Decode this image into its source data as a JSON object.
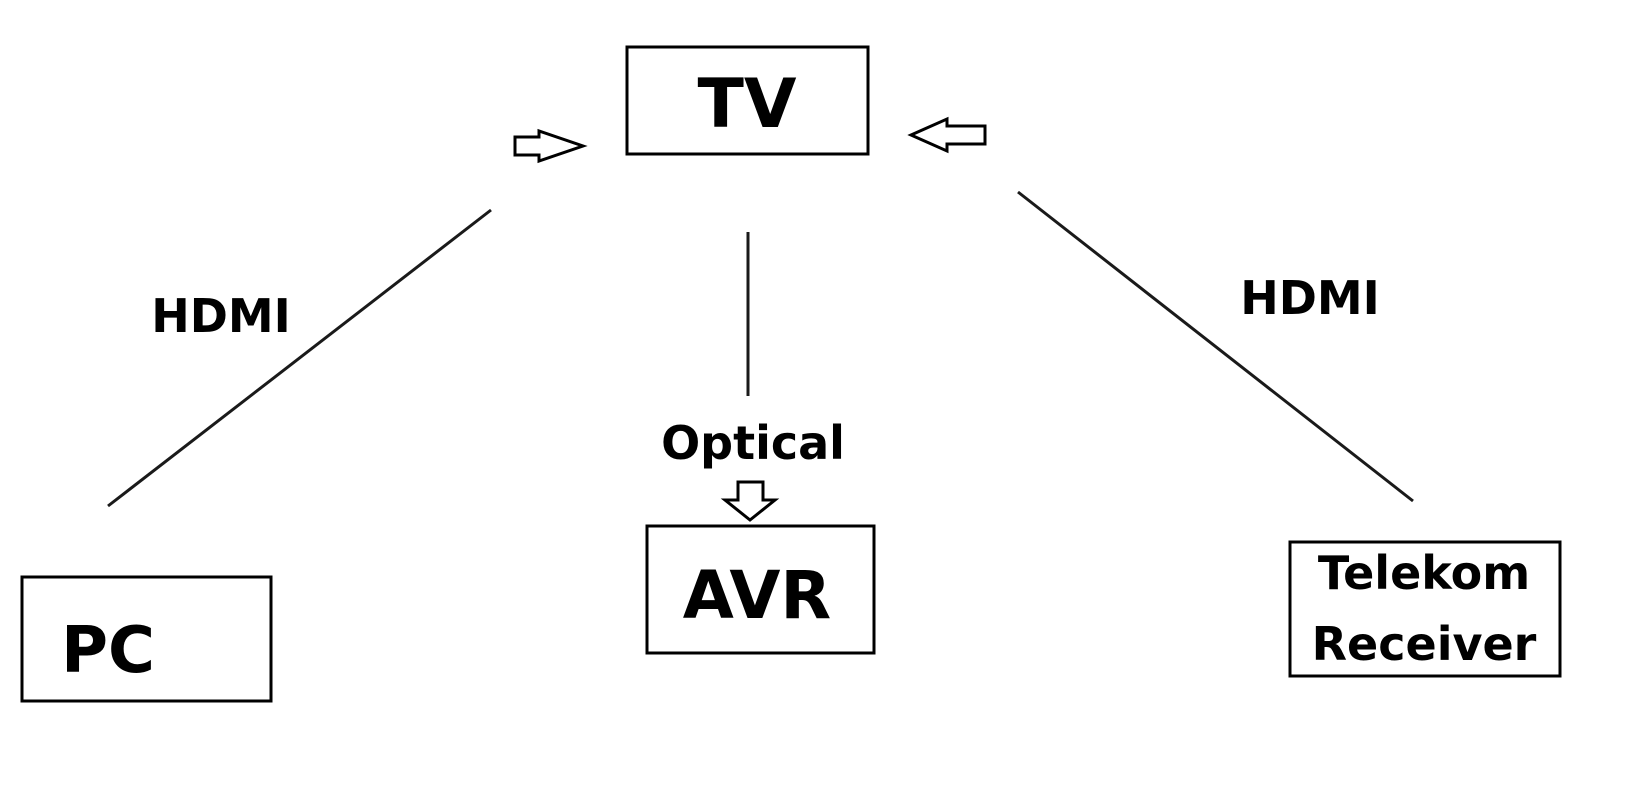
{
  "nodes": {
    "tv": {
      "label": "TV"
    },
    "pc": {
      "label": "PC"
    },
    "avr": {
      "label": "AVR"
    },
    "telekom_receiver": {
      "label_line1": "Telekom",
      "label_line2": "Receiver"
    }
  },
  "edges": {
    "pc_to_tv": {
      "label": "HDMI",
      "direction": "toward TV"
    },
    "receiver_to_tv": {
      "label": "HDMI",
      "direction": "toward TV"
    },
    "tv_to_avr": {
      "label": "Optical",
      "direction": "toward AVR"
    }
  },
  "colors": {
    "line": "#000000",
    "background": "#ffffff"
  }
}
